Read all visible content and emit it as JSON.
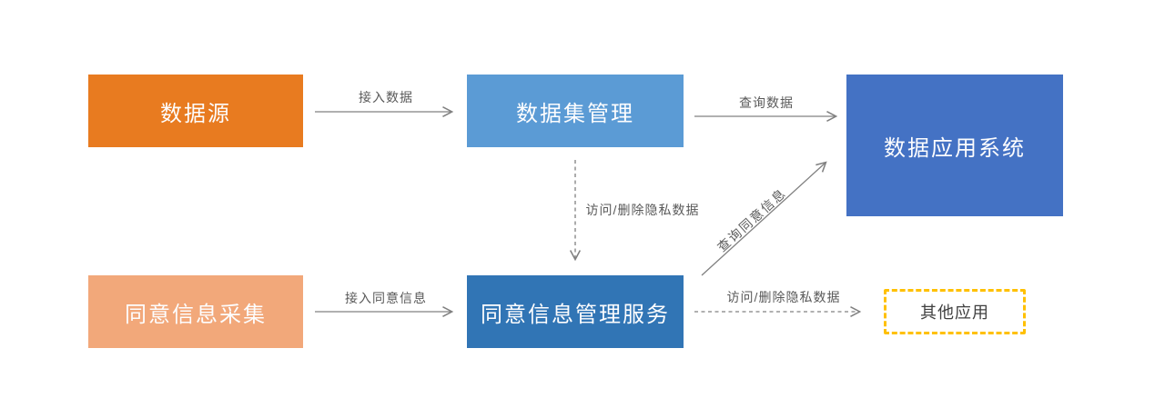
{
  "diagram": {
    "arrow_color": "#808080",
    "edge_label_color": "#595959",
    "nodes": {
      "data_source": {
        "label": "数据源",
        "fill": "#e87b20",
        "text_color": "#ffffff"
      },
      "dataset_management": {
        "label": "数据集管理",
        "fill": "#5b9bd5",
        "text_color": "#ffffff"
      },
      "data_application_system": {
        "label": "数据应用系统",
        "fill": "#4472c4",
        "text_color": "#ffffff"
      },
      "consent_collection": {
        "label": "同意信息采集",
        "fill": "#f2a87a",
        "text_color": "#ffffff"
      },
      "consent_management_service": {
        "label": "同意信息管理服务",
        "fill": "#3175b5",
        "text_color": "#ffffff"
      },
      "other_applications": {
        "label": "其他应用",
        "fill": "#ffffff",
        "border_color": "#ffc000",
        "border_style": "dashed",
        "text_color": "#404040"
      }
    },
    "edges": [
      {
        "id": "access-data",
        "label": "接入数据",
        "from": "data_source",
        "to": "dataset_management",
        "style": "solid"
      },
      {
        "id": "query-data",
        "label": "查询数据",
        "from": "dataset_management",
        "to": "data_application_system",
        "style": "solid"
      },
      {
        "id": "access-delete-private-data-internal",
        "label": "访问/删除隐私数据",
        "from": "dataset_management",
        "to": "consent_management_service",
        "style": "dashed"
      },
      {
        "id": "access-consent-info",
        "label": "接入同意信息",
        "from": "consent_collection",
        "to": "consent_management_service",
        "style": "solid"
      },
      {
        "id": "query-consent-info",
        "label": "查询同意信息",
        "from": "consent_management_service",
        "to": "data_application_system",
        "style": "solid"
      },
      {
        "id": "access-delete-private-data-external",
        "label": "访问/删除隐私数据",
        "from": "consent_management_service",
        "to": "other_applications",
        "style": "dashed"
      }
    ]
  }
}
